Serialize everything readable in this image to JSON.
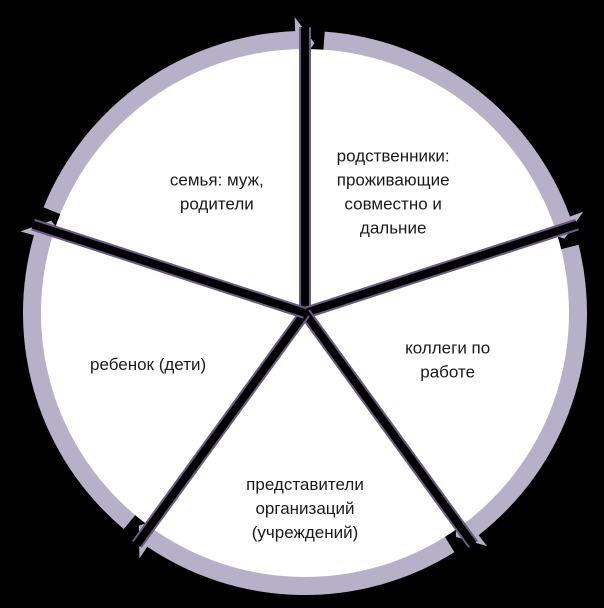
{
  "colors": {
    "background": "#000000",
    "segment_fill": "#ffffff",
    "ring_arrow": "#b7b0c9",
    "divider": "#000000",
    "divider_edge": "#6b5a86",
    "text": "#1a1a1a"
  },
  "segments": [
    {
      "lines": [
        "родственники:",
        "проживающие",
        "совместно и",
        "дальние"
      ]
    },
    {
      "lines": [
        "коллеги по",
        "работе"
      ]
    },
    {
      "lines": [
        "представители",
        "организаций",
        "(учреждений)"
      ]
    },
    {
      "lines": [
        "ребенок (дети)"
      ]
    },
    {
      "lines": [
        "семья: муж,",
        "родители"
      ]
    }
  ]
}
